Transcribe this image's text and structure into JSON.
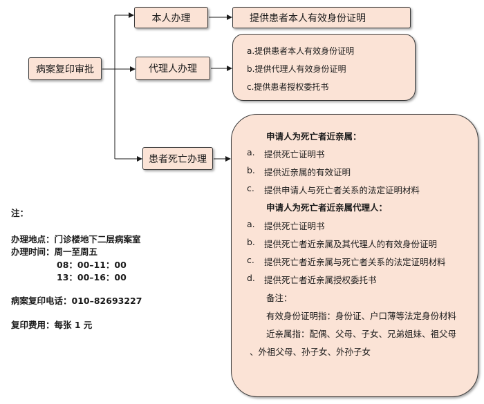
{
  "root": {
    "label": "病案复印审批"
  },
  "branches": {
    "self": {
      "label": "本人办理",
      "requirement": "提供患者本人有效身份证明"
    },
    "agent": {
      "label": "代理人办理",
      "items": [
        {
          "marker": "a.",
          "text": "提供患者本人有效身份证明"
        },
        {
          "marker": "b.",
          "text": "提供代理人有效身份证明"
        },
        {
          "marker": "c.",
          "text": "提供患者授权委托书"
        }
      ]
    },
    "deceased": {
      "label": "患者死亡办理",
      "group1": {
        "heading": "申请人为死亡者近亲属：",
        "items": [
          {
            "marker": "a.",
            "text": "提供死亡证明书"
          },
          {
            "marker": "b.",
            "text": "提供近亲属的有效证明"
          },
          {
            "marker": "c.",
            "text": "提供申请人与死亡者关系的法定证明材料"
          }
        ]
      },
      "group2": {
        "heading": "申请人为死亡者近亲属代理人：",
        "items": [
          {
            "marker": "a.",
            "text": "提供死亡证明书"
          },
          {
            "marker": "b.",
            "text": "提供死亡者近亲属及其代理人的有效身份证明"
          },
          {
            "marker": "c.",
            "text": "提供死亡者近亲属与死亡者关系的法定证明材料"
          },
          {
            "marker": "d.",
            "text": "提供死亡者近亲属授权委托书"
          }
        ]
      },
      "remarks": {
        "title": "备注：",
        "lines": [
          "有效身份证明指：身份证、户口薄等法定身份材料",
          "近亲属指：配偶、父母、子女、兄弟姐妹、祖父母",
          "、外祖父母、孙子女、外孙子女"
        ]
      }
    }
  },
  "notes": {
    "title": "注：",
    "location_label": "办理地点：",
    "location_value": "门诊楼地下二层病案室",
    "hours_label": "办理时间：",
    "hours_days": "周一至周五",
    "hours_morning": "08：00–11：00",
    "hours_afternoon": "13：00–16：00",
    "phone_label": "病案复印电话：",
    "phone_value": "010–82693227",
    "fee_label": "复印费用：",
    "fee_value": "每张 1 元"
  },
  "colors": {
    "box_fill": "#fbe3d6",
    "box_border": "#3a3a3a",
    "line": "#1a1a1a"
  }
}
